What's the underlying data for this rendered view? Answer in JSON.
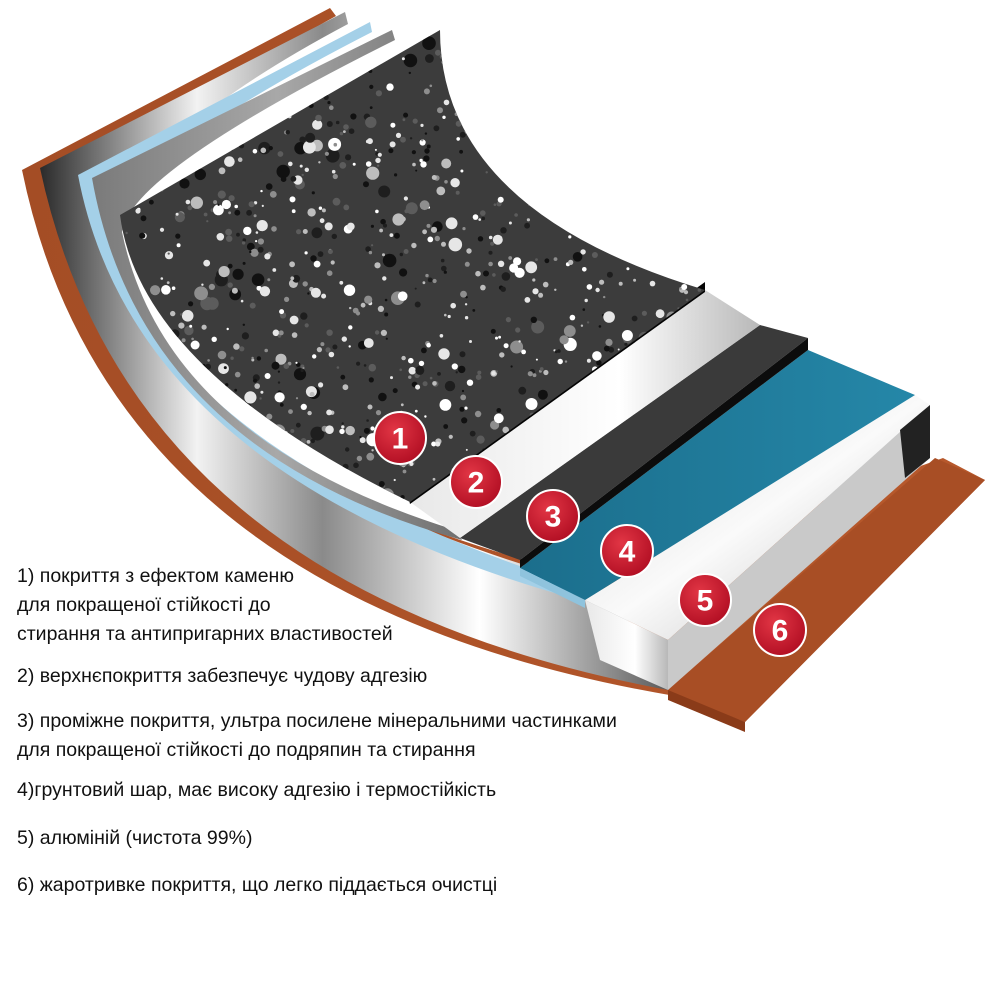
{
  "badges": [
    {
      "label": "1"
    },
    {
      "label": "2"
    },
    {
      "label": "3"
    },
    {
      "label": "4"
    },
    {
      "label": "5"
    },
    {
      "label": "6"
    }
  ],
  "colors": {
    "badge": "#c8102e",
    "copper": "#b0542a",
    "teal": "#1f7897",
    "light_blue": "#9fcbe4",
    "stone_dark": "#333333"
  },
  "legend": [
    {
      "lines": [
        "1) покриття з ефектом каменю",
        "для покращеної стійкості до",
        "стирання та антипригарних властивостей"
      ]
    },
    {
      "lines": [
        "2) верхнєпокриття забезпечує чудову адгезію"
      ]
    },
    {
      "lines": [
        "3) проміжне покриття, ультра посилене мінеральними частинками",
        "для покращеної стійкості до подряпин та стирання"
      ]
    },
    {
      "lines": [
        "4)грунтовий шар, має високу адгезію і термостійкість"
      ]
    },
    {
      "lines": [
        "5) алюміній (чистота 99%)"
      ]
    },
    {
      "lines": [
        "6) жаротривке покриття, що легко піддається очистці"
      ]
    }
  ]
}
